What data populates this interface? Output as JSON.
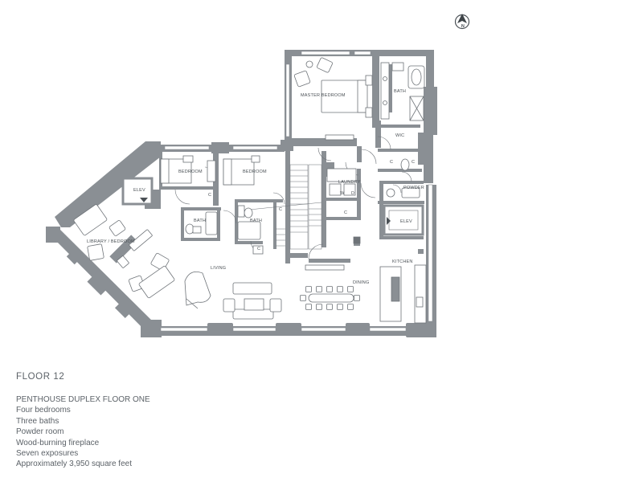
{
  "floor_title": "FLOOR 12",
  "details": [
    "PENTHOUSE DUPLEX FLOOR ONE",
    "Four bedrooms",
    "Three baths",
    "Powder room",
    "Wood-burning fireplace",
    "Seven exposures",
    "Approximately 3,950 square feet"
  ],
  "compass_label": "N",
  "rooms": {
    "master_bedroom": "MASTER BEDROOM",
    "master_bath": "BATH",
    "wic": "WIC",
    "bedroom_a": "BEDROOM",
    "bedroom_b": "BEDROOM",
    "elev_left": "ELEV",
    "closet_a": "C",
    "closet_b": "C",
    "closet_c": "C",
    "closet_d": "C",
    "closet_e": "C",
    "closet_f": "C",
    "bath_a": "BATH",
    "bath_b": "BATH",
    "laundry": "LAUNDRY",
    "washer": "W",
    "dryer": "D",
    "powder": "POWDER",
    "elev_right": "ELEV",
    "kitchen": "KITCHEN",
    "library": "LIBRARY / BEDROOM",
    "living": "LIVING",
    "dining": "DINING"
  },
  "colors": {
    "wall": "#8a8f94",
    "window": "#ffffff",
    "furniture": "#6e7378",
    "text": "#5c6268"
  }
}
